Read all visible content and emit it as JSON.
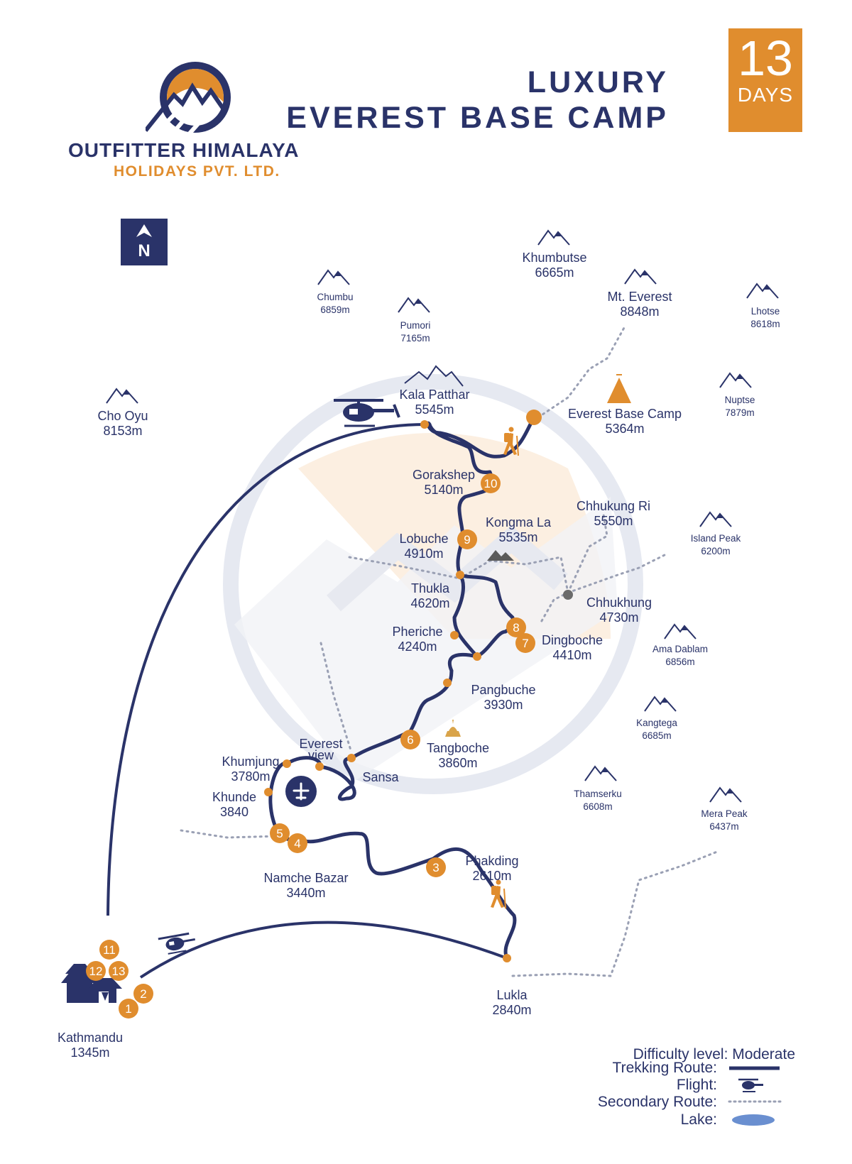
{
  "brand": {
    "name": "OUTFITTER HIMALAYA",
    "subtitle": "HOLIDAYS PVT. LTD."
  },
  "title": {
    "line1": "LUXURY",
    "line2": "EVEREST BASE CAMP"
  },
  "days_badge": {
    "number": "13",
    "label": "DAYS"
  },
  "compass": {
    "label": "N"
  },
  "peaks": [
    {
      "name": "Khumbutse",
      "alt": "6665m"
    },
    {
      "name": "Mt. Everest",
      "alt": "8848m"
    },
    {
      "name": "Lhotse",
      "alt": "8618m"
    },
    {
      "name": "Chumbu",
      "alt": "6859m"
    },
    {
      "name": "Pumori",
      "alt": "7165m"
    },
    {
      "name": "Nuptse",
      "alt": "7879m"
    },
    {
      "name": "Cho Oyu",
      "alt": "8153m"
    },
    {
      "name": "Island Peak",
      "alt": "6200m"
    },
    {
      "name": "Ama Dablam",
      "alt": "6856m"
    },
    {
      "name": "Kangtega",
      "alt": "6685m"
    },
    {
      "name": "Thamserku",
      "alt": "6608m"
    },
    {
      "name": "Mera Peak",
      "alt": "6437m"
    }
  ],
  "places": [
    {
      "name": "Kala Patthar",
      "alt": "5545m"
    },
    {
      "name": "Everest Base Camp",
      "alt": "5364m"
    },
    {
      "name": "Gorakshep",
      "alt": "5140m"
    },
    {
      "name": "Kongma La",
      "alt": "5535m"
    },
    {
      "name": "Chhukung Ri",
      "alt": "5550m"
    },
    {
      "name": "Lobuche",
      "alt": "4910m"
    },
    {
      "name": "Thukla",
      "alt": "4620m"
    },
    {
      "name": "Chhukhung",
      "alt": "4730m"
    },
    {
      "name": "Pheriche",
      "alt": "4240m"
    },
    {
      "name": "Dingboche",
      "alt": "4410m"
    },
    {
      "name": "Pangbuche",
      "alt": "3930m"
    },
    {
      "name": "Tangboche",
      "alt": "3860m"
    },
    {
      "name": "Everest",
      "alt": "view"
    },
    {
      "name": "Khumjung",
      "alt": "3780m"
    },
    {
      "name": "Sansa",
      "alt": ""
    },
    {
      "name": "Khunde",
      "alt": "3840"
    },
    {
      "name": "Namche Bazar",
      "alt": "3440m"
    },
    {
      "name": "Phakding",
      "alt": "2610m"
    },
    {
      "name": "Lukla",
      "alt": "2840m"
    },
    {
      "name": "Kathmandu",
      "alt": "1345m"
    }
  ],
  "day_markers": [
    "1",
    "2",
    "3",
    "4",
    "5",
    "6",
    "7",
    "8",
    "9",
    "10",
    "11",
    "12",
    "13"
  ],
  "legend": {
    "difficulty_label": "Difficulty level:",
    "difficulty_value": "Moderate",
    "trekking_route": "Trekking Route:",
    "flight": "Flight:",
    "secondary_route": "Secondary Route:",
    "lake": "Lake:"
  },
  "colors": {
    "navy": "#2a3369",
    "orange": "#e08d2e",
    "grey_route": "#9aa0b4",
    "lake": "#6a8fd0"
  }
}
